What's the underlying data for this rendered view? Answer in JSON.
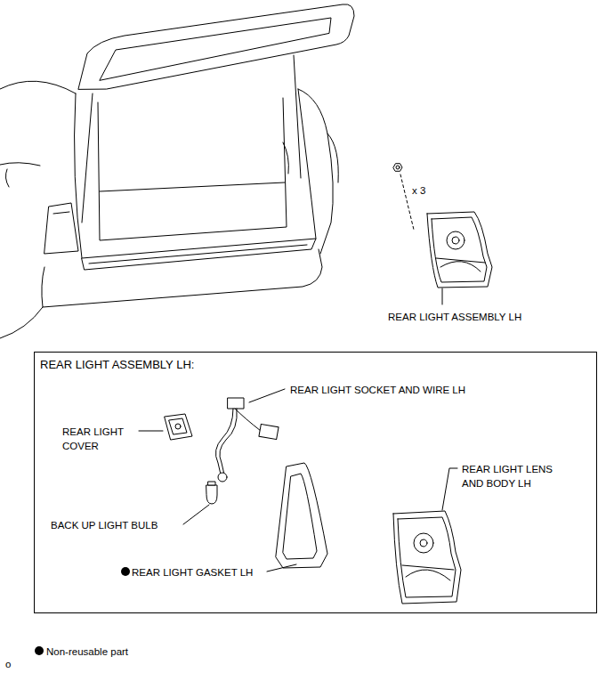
{
  "diagram": {
    "nodes": [
      {
        "text": [
          "REAR LIGHT ASSEMBLY LH:"
        ]
      }
    ],
    "labels": [
      "x 3",
      "REAR LIGHT ASSEMBLY LH",
      "REAR LIGHT SOCKET AND WIRE LH",
      "REAR LIGHT COVER",
      "BACK UP LIGHT BULB",
      "REAR LIGHT GASKET LH",
      "REAR LIGHT LENS AND BODY LH",
      "o"
    ],
    "legend": [
      {
        "text": "Non-reusable part"
      }
    ]
  }
}
